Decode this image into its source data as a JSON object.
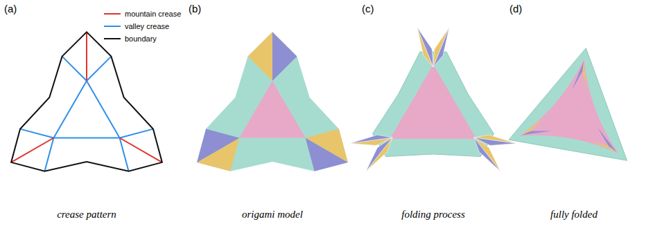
{
  "diagram": {
    "labels": [
      "(a)",
      "(b)",
      "(c)",
      "(d)",
      "crease pattern",
      "origami model",
      "folding process",
      "fully folded"
    ],
    "legend": [
      {
        "text": "mountain crease"
      },
      {
        "text": "valley crease"
      },
      {
        "text": "boundary"
      }
    ]
  }
}
